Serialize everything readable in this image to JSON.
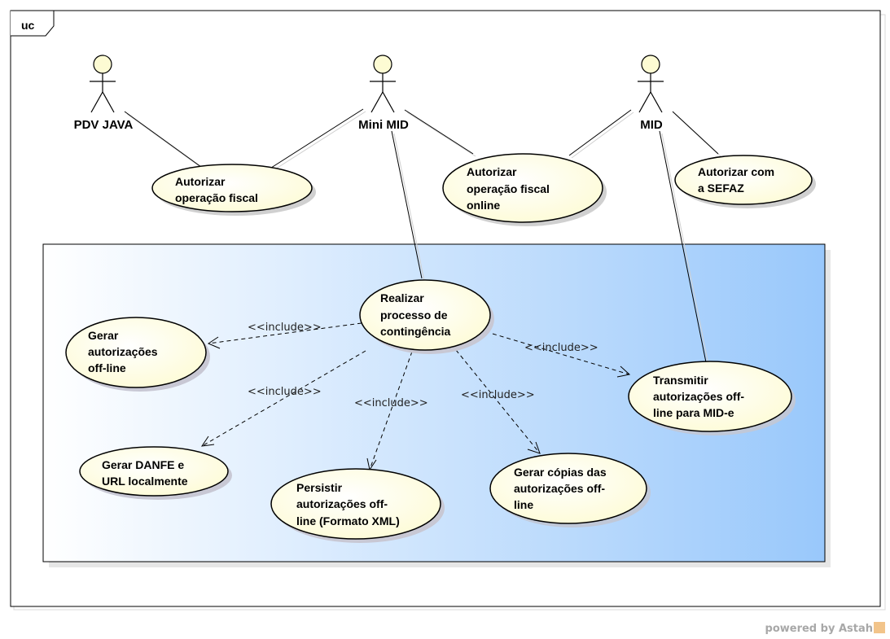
{
  "frame": {
    "tag": "uc"
  },
  "actors": [
    {
      "id": "pdv",
      "label": "PDV JAVA"
    },
    {
      "id": "minimid",
      "label": "Mini MID"
    },
    {
      "id": "mid",
      "label": "MID"
    }
  ],
  "use_cases": [
    {
      "id": "uc1",
      "lines": [
        "Autorizar",
        "operação fiscal"
      ]
    },
    {
      "id": "uc2",
      "lines": [
        "Autorizar",
        "operação fiscal",
        "online"
      ]
    },
    {
      "id": "uc3",
      "lines": [
        "Autorizar com",
        "a SEFAZ"
      ]
    },
    {
      "id": "uc4",
      "lines": [
        "Realizar",
        "processo de",
        "contingência"
      ]
    },
    {
      "id": "uc5",
      "lines": [
        "Gerar",
        "autorizações",
        "off-line"
      ]
    },
    {
      "id": "uc6",
      "lines": [
        "Transmitir",
        "autorizações off-",
        "line para MID-e"
      ]
    },
    {
      "id": "uc7",
      "lines": [
        "Gerar DANFE e",
        "URL localmente"
      ]
    },
    {
      "id": "uc8",
      "lines": [
        "Persistir",
        "autorizações off-",
        "line (Formato XML)"
      ]
    },
    {
      "id": "uc9",
      "lines": [
        "Gerar cópias das",
        "autorizações off-",
        "line"
      ]
    }
  ],
  "includes": [
    {
      "id": "inc1",
      "label": "<<include>>"
    },
    {
      "id": "inc2",
      "label": "<<include>>"
    },
    {
      "id": "inc3",
      "label": "<<include>>"
    },
    {
      "id": "inc4",
      "label": "<<include>>"
    },
    {
      "id": "inc5",
      "label": "<<include>>"
    }
  ],
  "watermark": {
    "text": "powered by Astah"
  }
}
